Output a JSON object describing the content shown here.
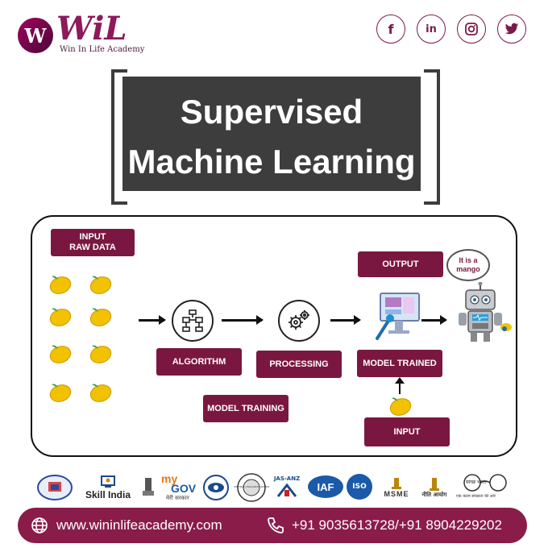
{
  "header": {
    "logo_mark": "W",
    "logo_word": "WiL",
    "logo_tagline": "Win In Life Academy",
    "social": [
      {
        "icon": "facebook-icon",
        "glyph": "f"
      },
      {
        "icon": "linkedin-icon",
        "glyph": "in"
      },
      {
        "icon": "instagram-icon",
        "glyph": "◎"
      },
      {
        "icon": "twitter-icon",
        "glyph": "🐦"
      }
    ]
  },
  "title": {
    "line1": "Supervised",
    "line2": "Machine Learning"
  },
  "diagram": {
    "input_raw_data": "INPUT\nRAW DATA",
    "algorithm": "ALGORITHM",
    "processing": "PROCESSING",
    "model_trained": "MODEL TRAINED",
    "model_training": "MODEL TRAINING",
    "output": "OUTPUT",
    "input": "INPUT",
    "bubble": "It is a mango",
    "mango_count": 8
  },
  "logos_row": {
    "skill_india": "Skill India",
    "mygov_my": "my",
    "mygov_gov": "GOV",
    "mygov_sub": "मेरी सरकार",
    "cvc": "CENTRAL VIGILANCE COMMISSION",
    "jas_anz": "JAS-ANZ",
    "iaf": "IAF",
    "iso": "ISO",
    "msme": "MSME",
    "niti": "नीति आयोग",
    "swachh": "स्वच्छ भारत",
    "swachh_sub": "एक कदम स्वच्छता की ओर"
  },
  "footer": {
    "website": "www.wininlifeacademy.com",
    "phone": "+91 9035613728/+91 8904229202"
  },
  "colors": {
    "brand": "#8a1c4a",
    "label_bg": "#7a1740",
    "title_bg": "#3d3d3d",
    "mango": "#f2c200"
  }
}
